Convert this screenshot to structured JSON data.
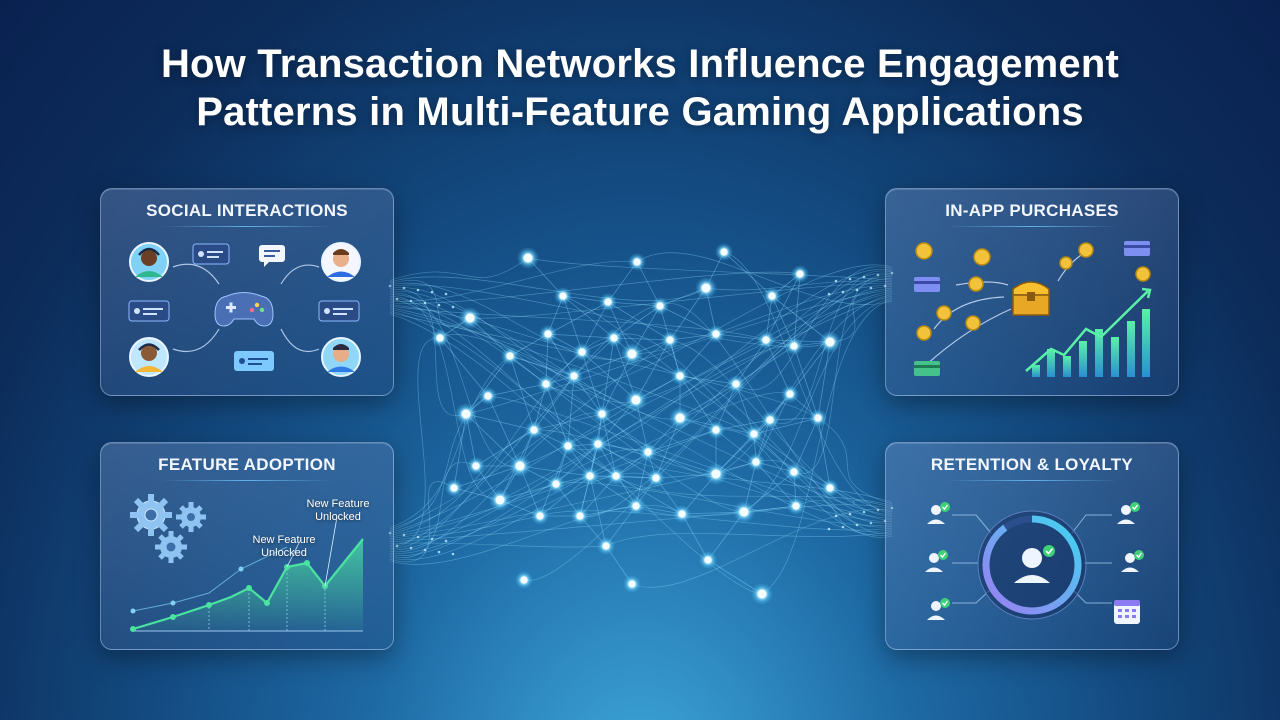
{
  "title": {
    "line1": "How Transaction Networks Influence Engagement",
    "line2": "Patterns in Multi-Feature Gaming Applications"
  },
  "panels": {
    "social": {
      "title": "SOCIAL INTERACTIONS",
      "icons": [
        "avatar-icon",
        "gamepad-icon",
        "chat-bubble-icon"
      ]
    },
    "purchases": {
      "title": "IN-APP PURCHASES",
      "icons": [
        "coin-icon",
        "credit-card-icon",
        "treasure-chest-icon",
        "bar-chart-icon"
      ]
    },
    "feature": {
      "title": "FEATURE ADOPTION",
      "annotations": [
        "New Feature\nUnlocked",
        "New Feature\nUnlocked"
      ],
      "icons": [
        "gear-icon",
        "line-chart-icon"
      ]
    },
    "retention": {
      "title": "RETENTION & LOYALTY",
      "icons": [
        "user-check-icon",
        "calendar-icon",
        "ring-progress-icon"
      ]
    }
  },
  "colors": {
    "accent_cyan": "#6fd8ff",
    "accent_green": "#3fe39a",
    "accent_gold": "#f2c33a",
    "background_dark": "#0a2150",
    "background_light": "#3fa9dc"
  }
}
